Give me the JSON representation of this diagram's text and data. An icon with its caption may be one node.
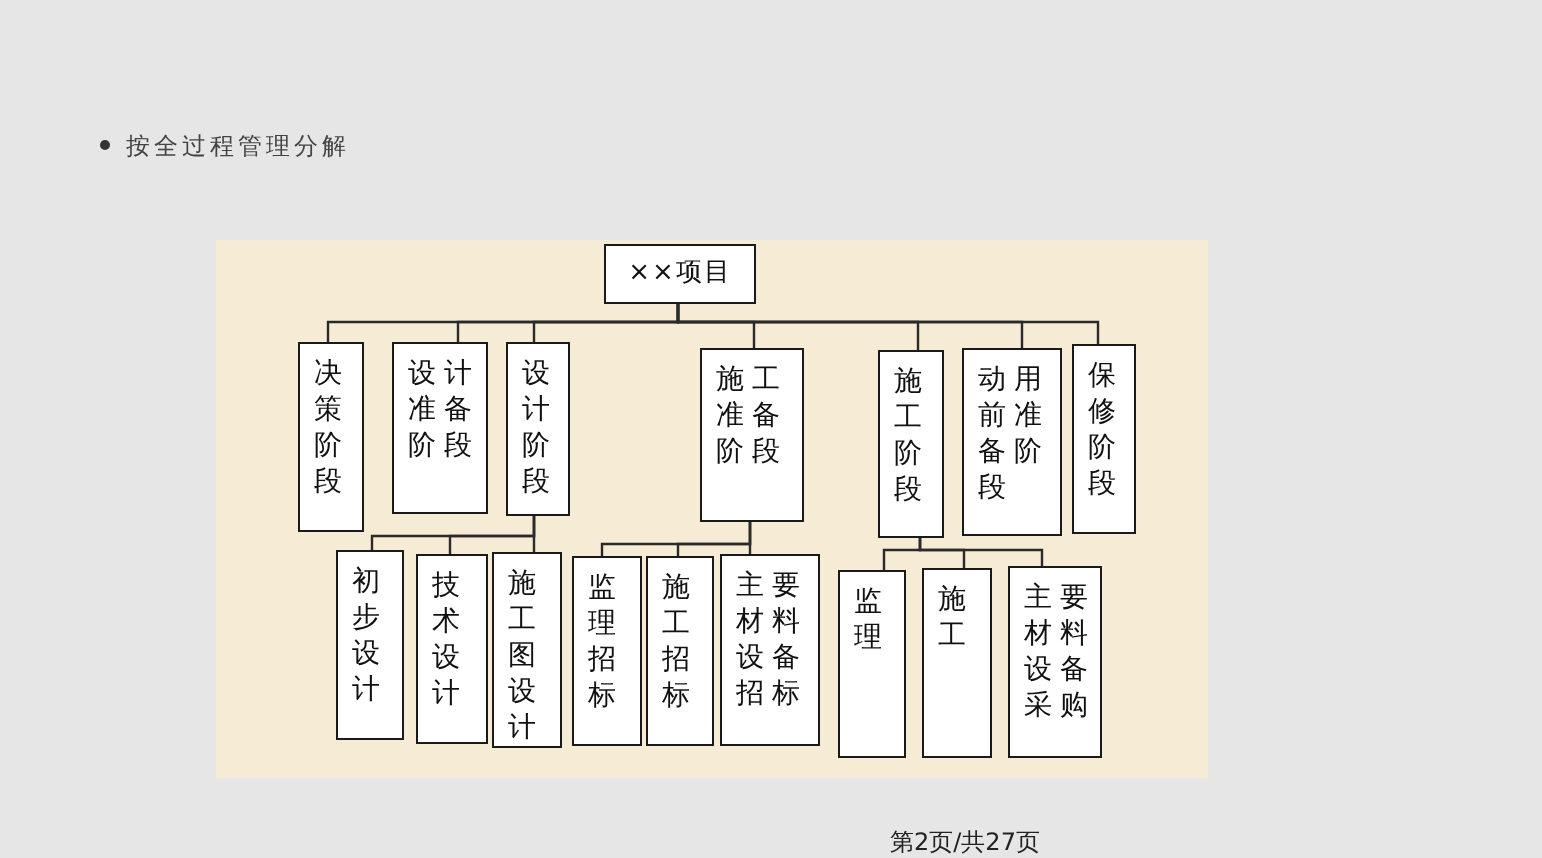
{
  "diagram": {
    "title": "按全过程管理分解",
    "nodes": [
      {
        "text": [
          "××项目"
        ]
      },
      {
        "text": [
          "决策阶段"
        ]
      },
      {
        "text": [
          "设计准备阶段"
        ]
      },
      {
        "text": [
          "设计阶段"
        ]
      },
      {
        "text": [
          "施工准备阶段"
        ]
      },
      {
        "text": [
          "施工阶段"
        ]
      },
      {
        "text": [
          "动用前准备阶段"
        ]
      },
      {
        "text": [
          "保修阶段"
        ]
      },
      {
        "text": [
          "初步设计"
        ]
      },
      {
        "text": [
          "技术设计"
        ]
      },
      {
        "text": [
          "施工图设计"
        ]
      },
      {
        "text": [
          "监理招标"
        ]
      },
      {
        "text": [
          "施工招标"
        ]
      },
      {
        "text": [
          "主要材料设备招标"
        ]
      },
      {
        "text": [
          "监理"
        ]
      },
      {
        "text": [
          "施工"
        ]
      },
      {
        "text": [
          "主要材料设备采购"
        ]
      }
    ],
    "edges": [
      {
        "from": 0,
        "to": 1,
        "arrow": "none"
      },
      {
        "from": 0,
        "to": 2,
        "arrow": "none"
      },
      {
        "from": 0,
        "to": 3,
        "arrow": "none"
      },
      {
        "from": 0,
        "to": 4,
        "arrow": "none"
      },
      {
        "from": 0,
        "to": 5,
        "arrow": "none"
      },
      {
        "from": 0,
        "to": 6,
        "arrow": "none"
      },
      {
        "from": 0,
        "to": 7,
        "arrow": "none"
      },
      {
        "from": 3,
        "to": 8,
        "arrow": "none"
      },
      {
        "from": 3,
        "to": 9,
        "arrow": "none"
      },
      {
        "from": 3,
        "to": 10,
        "arrow": "none"
      },
      {
        "from": 4,
        "to": 11,
        "arrow": "none"
      },
      {
        "from": 4,
        "to": 12,
        "arrow": "none"
      },
      {
        "from": 4,
        "to": 13,
        "arrow": "none"
      },
      {
        "from": 5,
        "to": 14,
        "arrow": "none"
      },
      {
        "from": 5,
        "to": 15,
        "arrow": "none"
      },
      {
        "from": 5,
        "to": 16,
        "arrow": "none"
      }
    ],
    "labels": [
      "第2页/共27页"
    ]
  }
}
